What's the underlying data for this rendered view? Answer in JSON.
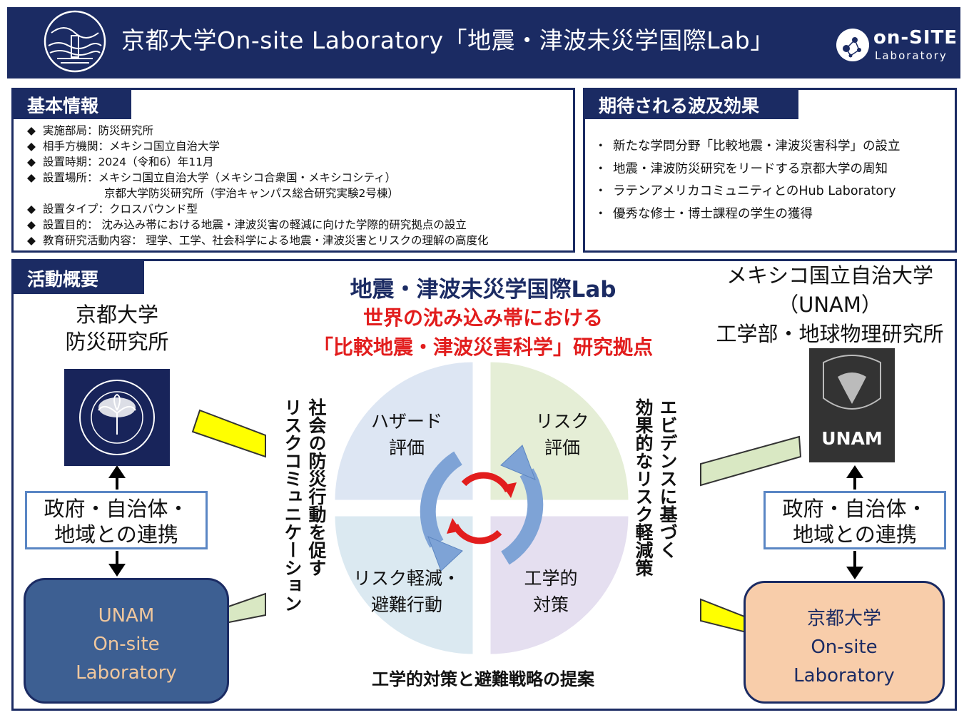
{
  "header": {
    "title": "京都大学On-site Laboratory「地震・津波未災学国際Lab」",
    "logo_text_top": "on-SITE",
    "logo_text_bottom": "Laboratory"
  },
  "basic_info": {
    "tab": "基本情報",
    "items": [
      "実施部局：防災研究所",
      "相手方機関：メキシコ国立自治大学",
      "設置時期：2024（令和6）年11月",
      "設置場所：メキシコ国立自治大学（メキシコ合衆国・メキシコシティ）",
      "京都大学防災研究所（宇治キャンパス総合研究実験2号棟）",
      "設置タイプ：クロスバウンド型",
      "設置目的： 沈み込み帯における地震・津波災害の軽減に向けた学際的研究拠点の設立",
      "教育研究活動内容： 理学、工学、社会科学による地震・津波災害とリスクの理解の高度化"
    ]
  },
  "effects": {
    "tab": "期待される波及効果",
    "items": [
      "新たな学問分野「比較地震・津波災害科学」の設立",
      "地震・津波防災研究をリードする京都大学の周知",
      "ラテンアメリカコミュニティとのHub Laboratory",
      "優秀な修士・博士課程の学生の獲得"
    ]
  },
  "activity": {
    "tab": "活動概要",
    "kyoto_heading": [
      "京都大学",
      "防災研究所"
    ],
    "unam_heading": [
      "メキシコ国立自治大学",
      "（UNAM）",
      "工学部・地球物理研究所"
    ],
    "unam_emblem_label": "UNAM",
    "partner_left": [
      "政府・自治体・",
      "地域との連携"
    ],
    "partner_right": [
      "政府・自治体・",
      "地域との連携"
    ],
    "lab_left": [
      "UNAM",
      "On-site",
      "Laboratory"
    ],
    "lab_right": [
      "京都大学",
      "On-site",
      "Laboratory"
    ],
    "center": {
      "title": "地震・津波未災学国際Lab",
      "subtitle_1": "世界の沈み込み帯における",
      "subtitle_2": "「比較地震・津波災害科学」研究拠点",
      "vertical_left": [
        "社会の防災行動を促す",
        "リスクコミュニケーション"
      ],
      "vertical_right": [
        "エビデンスに基づく",
        "効果的なリスク軽減策"
      ],
      "quadrants": {
        "hazard": [
          "ハザード",
          "評価"
        ],
        "risk": [
          "リスク",
          "評価"
        ],
        "mitigation": [
          "リスク軽減・",
          "避難行動"
        ],
        "engineering": [
          "工学的",
          "対策"
        ]
      },
      "bottom": "工学的対策と避難戦略の提案"
    }
  },
  "colors": {
    "navy": "#1b2b63",
    "red": "#e21d1d",
    "yellow_arrow": "#ffff00",
    "pale_green_arrow": "#d9e8c3",
    "q_hazard": "#dde6f3",
    "q_risk": "#e5eed6",
    "q_mitig": "#dbe9f1",
    "q_eng": "#e5dff0"
  }
}
